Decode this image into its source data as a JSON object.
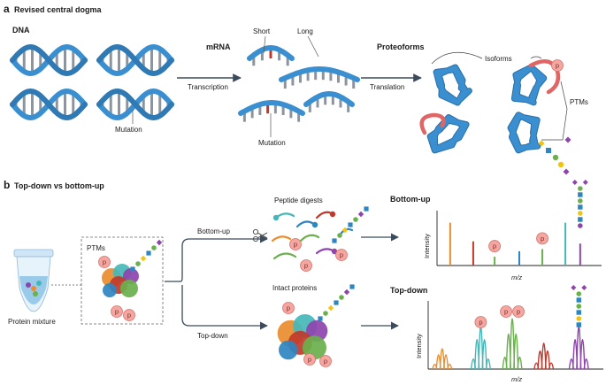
{
  "panel_a": {
    "letter": "a",
    "title": "Revised central dogma",
    "dna_label": "DNA",
    "mrna_label": "mRNA",
    "proteoforms_label": "Proteoforms",
    "mutation_label": "Mutation",
    "short_label": "Short",
    "long_label": "Long",
    "mrna_mutation_label": "Mutation",
    "isoforms_label": "Isoforms",
    "ptms_label": "PTMs",
    "transcription_label": "Transcription",
    "translation_label": "Translation"
  },
  "panel_b": {
    "letter": "b",
    "title": "Top-down vs bottom-up",
    "protein_mixture_label": "Protein mixture",
    "ptms_label": "PTMs",
    "bottom_up_arrow_label": "Bottom-up",
    "top_down_arrow_label": "Top-down",
    "peptide_digests_label": "Peptide digests",
    "intact_proteins_label": "Intact proteins",
    "bottom_up_plot_title": "Bottom-up",
    "top_down_plot_title": "Top-down",
    "ptm_mark": "p"
  },
  "chart_data": [
    {
      "type": "bar",
      "title": "Bottom-up",
      "xlabel": "m/z",
      "ylabel": "Intensity",
      "ylim": [
        0,
        1
      ],
      "peaks": [
        {
          "x": 0.08,
          "y": 0.78,
          "color": "#e98d2f"
        },
        {
          "x": 0.22,
          "y": 0.44,
          "color": "#c0392b"
        },
        {
          "x": 0.35,
          "y": 0.16,
          "color": "#6ab04c"
        },
        {
          "x": 0.5,
          "y": 0.26,
          "color": "#2e86c1"
        },
        {
          "x": 0.64,
          "y": 0.3,
          "color": "#6ab04c"
        },
        {
          "x": 0.78,
          "y": 0.78,
          "color": "#45b7b8"
        },
        {
          "x": 0.87,
          "y": 0.4,
          "color": "#8e44ad"
        }
      ]
    },
    {
      "type": "area",
      "title": "Top-down",
      "xlabel": "m/z",
      "ylabel": "Intensity",
      "ylim": [
        0,
        1
      ],
      "envelopes": [
        {
          "center": 0.08,
          "height": 0.3,
          "color": "#e98d2f"
        },
        {
          "center": 0.3,
          "height": 0.62,
          "color": "#45b7b8"
        },
        {
          "center": 0.48,
          "height": 0.74,
          "color": "#6ab04c"
        },
        {
          "center": 0.66,
          "height": 0.38,
          "color": "#c0392b"
        },
        {
          "center": 0.86,
          "height": 0.62,
          "color": "#8e44ad"
        }
      ]
    }
  ],
  "colors": {
    "dna_strand": "#3a8fd0",
    "rung": "#8c959e",
    "mutation": "#c0392b",
    "ptm_badge": "#f4a6a0",
    "arrow": "#3b4a5c"
  }
}
